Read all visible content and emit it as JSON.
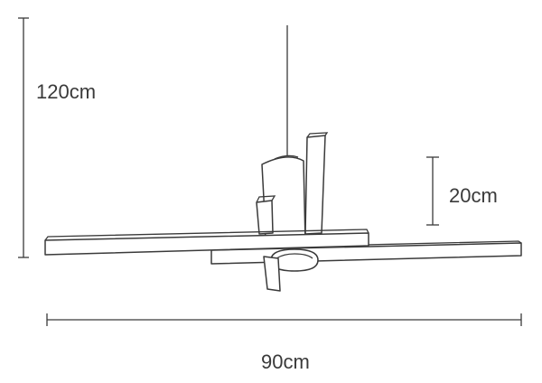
{
  "dimensions": {
    "height_total": "120cm",
    "height_fixture": "20cm",
    "width_total": "90cm"
  },
  "colors": {
    "line": "#3a3a3a",
    "background": "#ffffff"
  }
}
